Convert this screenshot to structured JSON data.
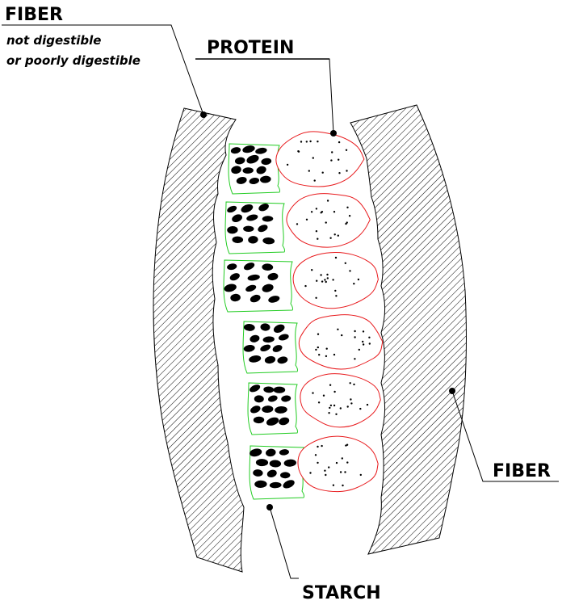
{
  "labels": {
    "fiber_top": "FIBER",
    "fiber_top_note_line1": "not digestible",
    "fiber_top_note_line2": "or poorly digestible",
    "protein": "PROTEIN",
    "fiber_right": "FIBER",
    "starch": "STARCH"
  },
  "colors": {
    "fiber_hatch": "#000000",
    "protein_outline": "#e8191c",
    "starch_outline": "#22cc22",
    "starch_granule": "#000000",
    "protein_dot": "#000000"
  },
  "counts": {
    "cells": 6
  }
}
